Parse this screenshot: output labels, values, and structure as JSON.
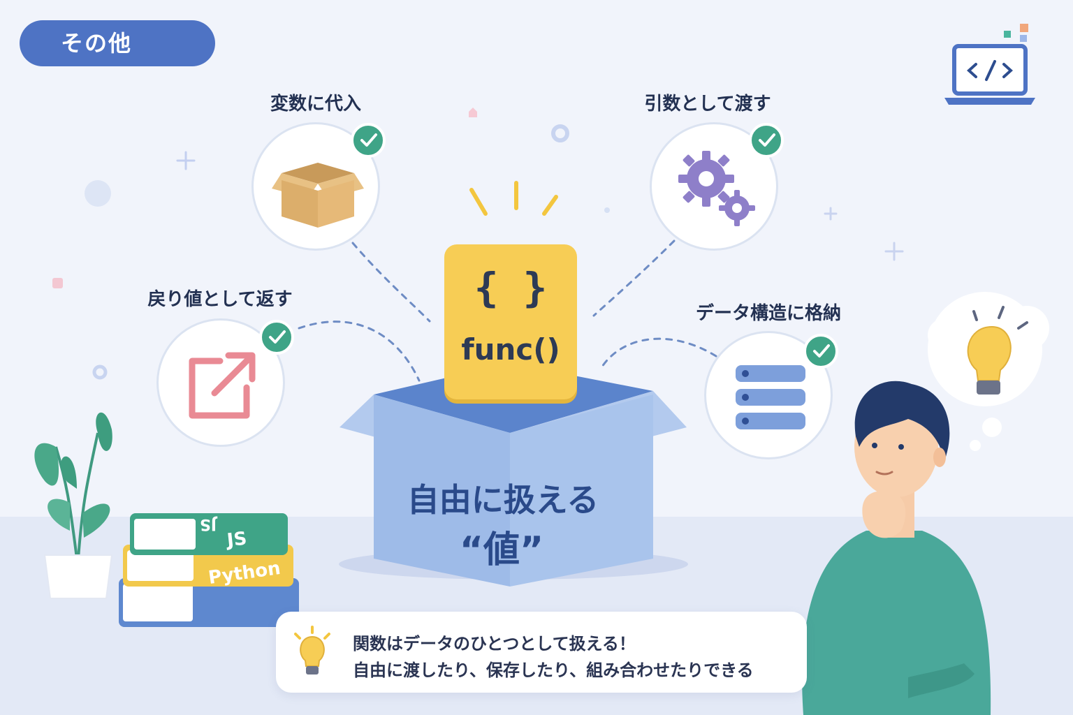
{
  "category_badge": "その他",
  "center": {
    "card_brace": "{ }",
    "card_func": "func()",
    "box_title": "自由に扱える",
    "box_subtitle": "“値”"
  },
  "features": [
    {
      "label": "変数に代入",
      "icon": "cardboard-box-icon"
    },
    {
      "label": "引数として渡す",
      "icon": "gears-icon"
    },
    {
      "label": "戻り値として返す",
      "icon": "external-arrow-icon"
    },
    {
      "label": "データ構造に格納",
      "icon": "stacked-list-icon"
    }
  ],
  "books": [
    "JS",
    "JS",
    "Python"
  ],
  "caption": {
    "line1": "関数はデータのひとつとして扱える！",
    "line2": "自由に渡したり、保存したり、組み合わせたりできる"
  },
  "colors": {
    "badge": "#4e73c4",
    "check": "#3fa487",
    "card": "#f7cd55",
    "box": "#a9c3ea",
    "sweater": "#4aa89a",
    "gear": "#8e7fc9"
  }
}
